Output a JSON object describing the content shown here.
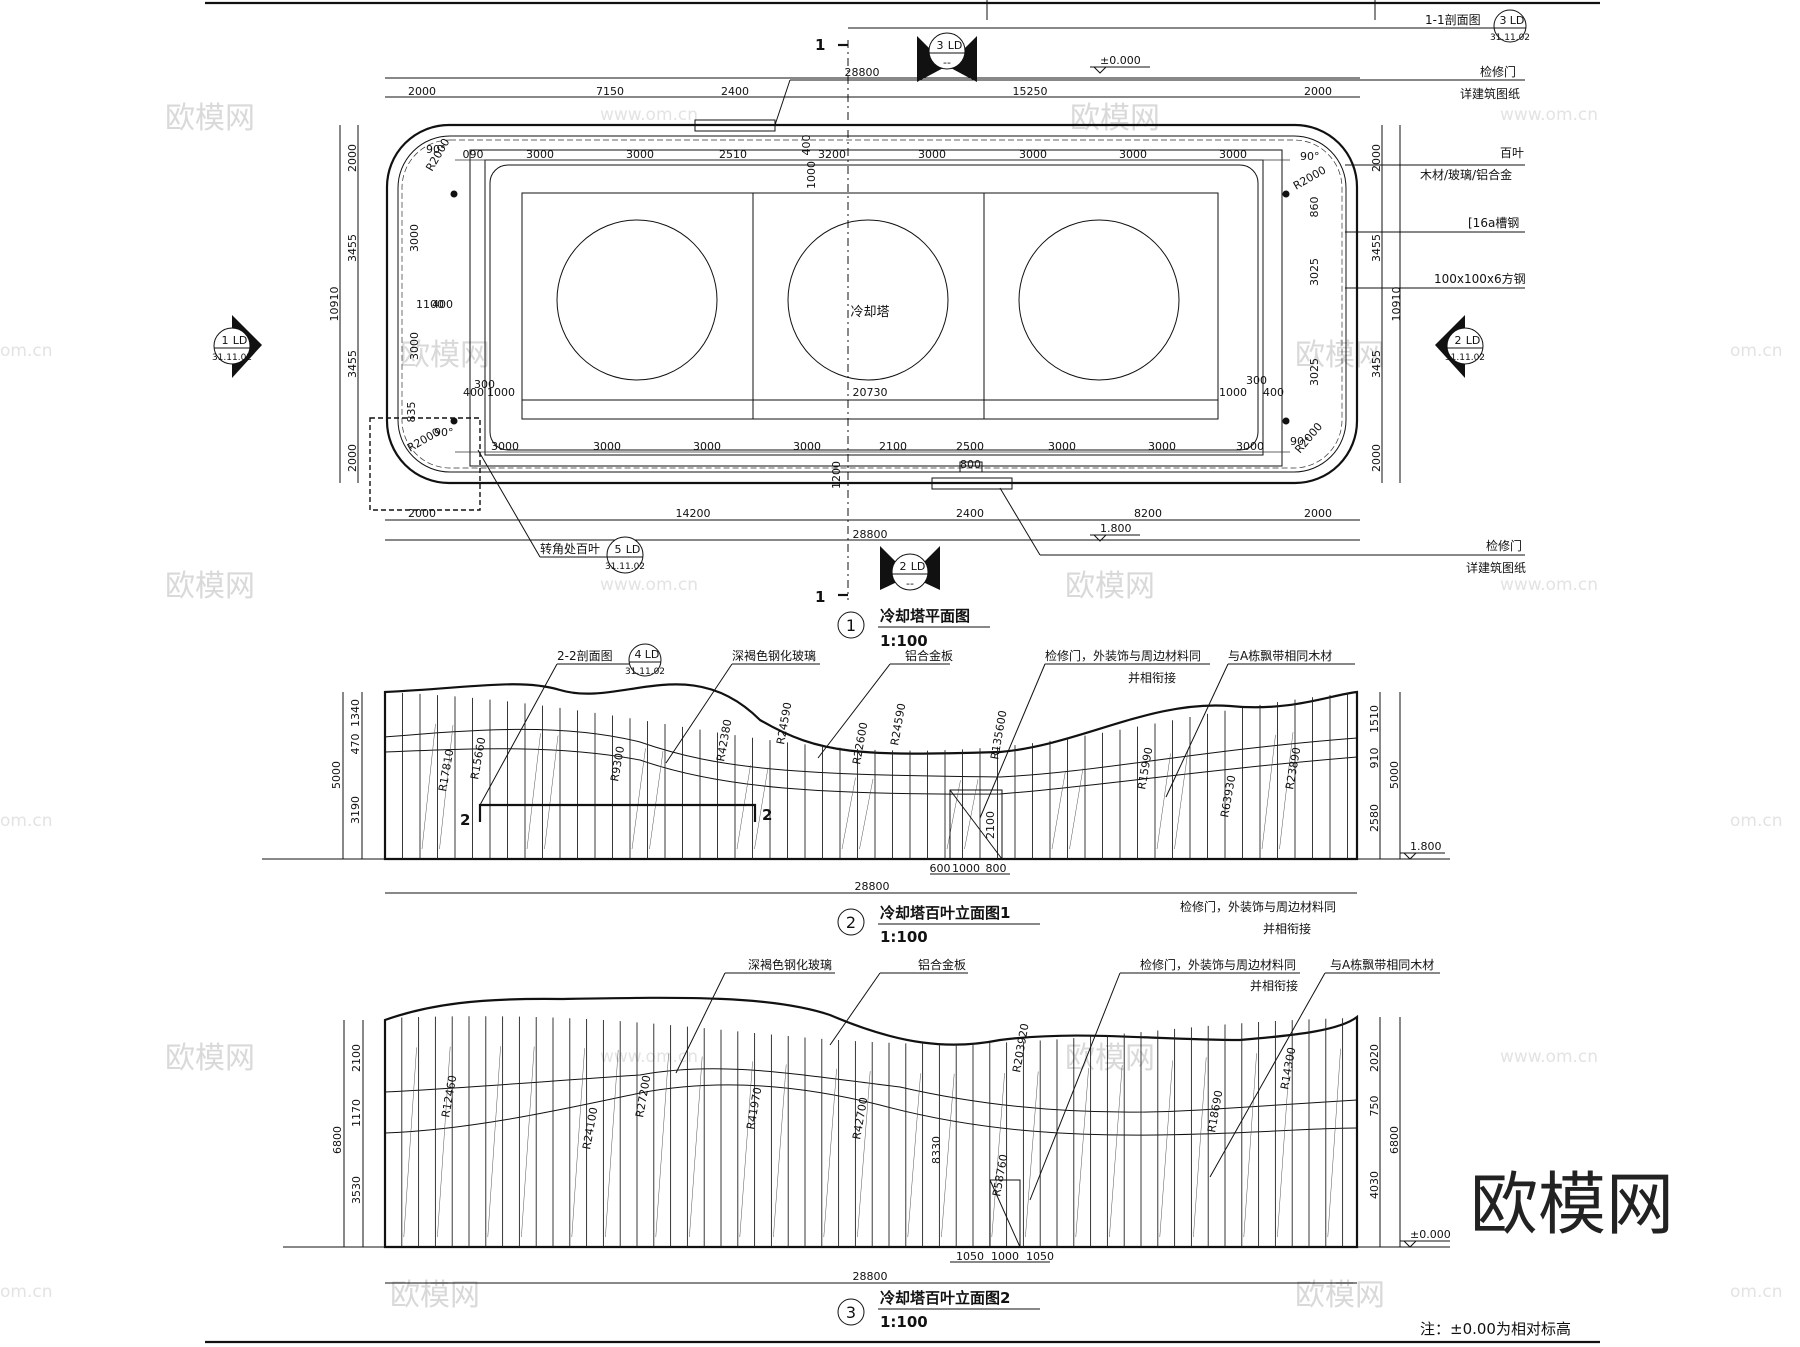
{
  "plan": {
    "title": "冷却塔平面图",
    "scale": "1:100",
    "number": "1",
    "center_label": "冷却塔",
    "level_top": "±0.000",
    "level_bottom": "1.800",
    "section_mark": "1",
    "dims_top_row1": [
      "2000",
      "7150",
      "2400",
      "15250",
      "2000"
    ],
    "dim_total": "28800",
    "dims_inner_top": [
      "090",
      "3000",
      "3000",
      "2510",
      "3200",
      "3000",
      "3000",
      "3000",
      "3000"
    ],
    "dims_inner_bottom": [
      "3000",
      "3000",
      "3000",
      "3000",
      "2100",
      "2500",
      "3000",
      "3000",
      "3000"
    ],
    "dims_bottom_row": [
      "2000",
      "14200",
      "2400",
      "8200",
      "2000"
    ],
    "dims_left": [
      "2000",
      "3455",
      "3455",
      "2000"
    ],
    "dims_left_total": "10910",
    "dims_right": [
      "2000",
      "3455",
      "3455",
      "2000"
    ],
    "dims_right_total": "10910",
    "inner_dims": [
      "1000",
      "20730",
      "1000",
      "3000",
      "3000",
      "1100",
      "400",
      "300",
      "400",
      "300",
      "400",
      "835",
      "860",
      "3025",
      "3025",
      "1000",
      "400",
      "800",
      "1200"
    ],
    "radius": "R2000",
    "angle": "90°",
    "refs": [
      {
        "num": "3",
        "code": "LD",
        "sheet": "--"
      },
      {
        "num": "1",
        "code": "LD",
        "sheet": "31.11.02"
      },
      {
        "num": "2",
        "code": "LD",
        "sheet": "31.11.02"
      },
      {
        "num": "2",
        "code": "LD",
        "sheet": "--"
      },
      {
        "num": "5",
        "code": "LD",
        "sheet": "31.11.02"
      },
      {
        "num": "3",
        "code": "LD",
        "sheet": "31.11.02"
      }
    ],
    "notes": {
      "section": "1-1剖面图",
      "door_top": "检修门",
      "door_top_sub": "详建筑图纸",
      "louver": "百叶",
      "louver_mat": "木材/玻璃/铝合金",
      "channel": "[16a槽钢",
      "tube": "100x100x6方钢",
      "corner": "转角处百叶",
      "door_bottom": "检修门",
      "door_bottom_sub": "详建筑图纸"
    }
  },
  "elev1": {
    "title": "冷却塔百叶立面图1",
    "scale": "1:100",
    "number": "2",
    "total": "28800",
    "level": "1.800",
    "left_dims": [
      "1340",
      "470",
      "3190"
    ],
    "left_total": "5000",
    "right_dims": [
      "1510",
      "910",
      "2580"
    ],
    "right_total": "5000",
    "door_dims": [
      "600",
      "1000",
      "800"
    ],
    "door_h": "2100",
    "radii": [
      "R17810",
      "R15660",
      "R9300",
      "R42380",
      "R24590",
      "R22600",
      "R24590",
      "R135600",
      "R15990",
      "R63930",
      "R23890"
    ],
    "section_mark": "2",
    "ref": {
      "num": "4",
      "code": "LD",
      "sheet": "31.11.02"
    },
    "notes": {
      "section": "2-2剖面图",
      "glass": "深褐色钢化玻璃",
      "alu": "铝合金板",
      "door": "检修门，外装饰与周边材料同",
      "door2": "并相衔接",
      "wood": "与A栋飘带相同木材",
      "door_b": "检修门，外装饰与周边材料同",
      "door_b2": "并相衔接"
    }
  },
  "elev2": {
    "title": "冷却塔百叶立面图2",
    "scale": "1:100",
    "number": "3",
    "total": "28800",
    "level": "±0.000",
    "left_dims": [
      "2100",
      "1170",
      "3530"
    ],
    "left_total": "6800",
    "right_dims": [
      "2020",
      "750",
      "4030"
    ],
    "right_total": "6800",
    "door_dims": [
      "1050",
      "1000",
      "1050"
    ],
    "door_h": "8330",
    "radii": [
      "R12460",
      "R27200",
      "R24100",
      "R41970",
      "R42700",
      "R203920",
      "R58760",
      "R18690",
      "R14300"
    ],
    "notes": {
      "glass": "深褐色钢化玻璃",
      "alu": "铝合金板",
      "door": "检修门，外装饰与周边材料同",
      "door2": "并相衔接",
      "wood": "与A栋飘带相同木材"
    }
  },
  "footnote": "注：±0.00为相对标高",
  "watermark": {
    "logo": "欧模网",
    "url": "www.om.cn",
    "url_short": "om.cn"
  }
}
